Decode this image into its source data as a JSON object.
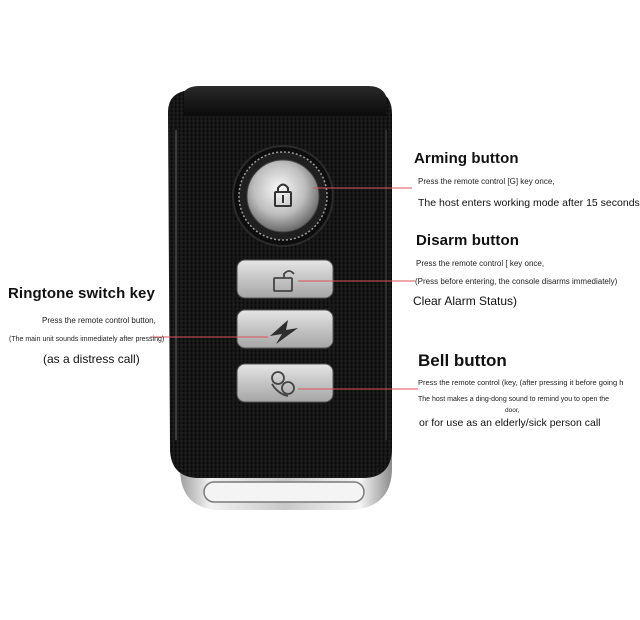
{
  "remote": {
    "color_body": "#141414",
    "color_chrome": "#d8d8d8",
    "color_leader": "#d9535e"
  },
  "arming": {
    "title": "Arming button",
    "desc1": "Press the remote control [G] key once,",
    "desc2": "The host enters working mode after 15 seconds"
  },
  "disarm": {
    "title": "Disarm button",
    "desc1": "Press the remote control [ key once,",
    "desc2": "(Press before entering, the console disarms immediately)",
    "desc3": "Clear Alarm Status)"
  },
  "ringtone": {
    "title": "Ringtone switch key",
    "desc1": "Press the remote control button,",
    "desc2": "(The main unit sounds immediately after pressing)",
    "desc3": "(as a distress call)"
  },
  "bell": {
    "title": "Bell button",
    "desc1": "Press the remote control (key, (after pressing it before going h",
    "desc2": "The host makes a ding-dong sound to remind you to open the",
    "desc3": "door,",
    "desc4": "or for use as an elderly/sick person call"
  }
}
